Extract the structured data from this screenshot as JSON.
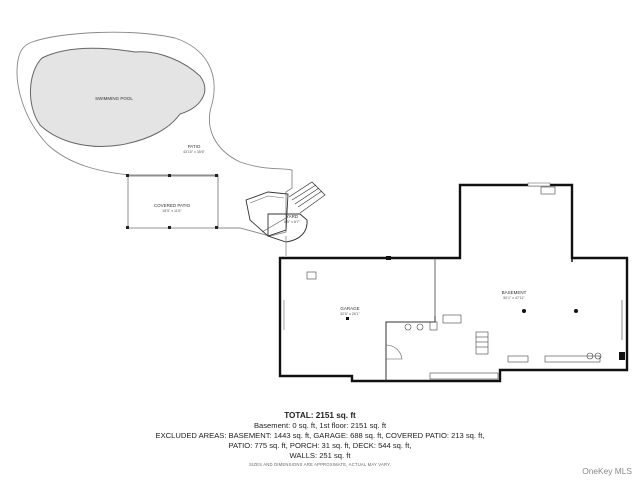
{
  "rooms": {
    "pool": {
      "name": "SWIMMING POOL",
      "dims": ""
    },
    "patio": {
      "name": "PATIO",
      "dims": "43'10\" x 35'6\""
    },
    "covered_patio": {
      "name": "COVERED PATIO",
      "dims": "18'5\" x 11'6\""
    },
    "yard": {
      "name": "YARD",
      "dims": "6'5\" x 8'7\""
    },
    "garage": {
      "name": "GARAGE",
      "dims": "32'6\" x 26'1\""
    },
    "basement": {
      "name": "BASEMENT",
      "dims": "50'1\" x 47'11\""
    }
  },
  "summary": {
    "total": "TOTAL: 2151 sq. ft",
    "line1": "Basement: 0 sq. ft, 1st floor: 2151 sq. ft",
    "line2": "EXCLUDED AREAS: BASEMENT: 1443 sq. ft, GARAGE: 688 sq. ft, COVERED PATIO: 213 sq. ft,",
    "line3": "PATIO: 775 sq. ft, PORCH: 31 sq. ft, DECK: 544 sq. ft,",
    "line4": "WALLS: 251 sq. ft"
  },
  "disclaimer": "SIZES AND DIMENSIONS ARE APPROXIMATE, ACTUAL MAY VARY.",
  "watermark": "OneKey MLS",
  "colors": {
    "wall": "#111111",
    "pool_fill": "#e4e4e4",
    "outline": "#888888"
  }
}
